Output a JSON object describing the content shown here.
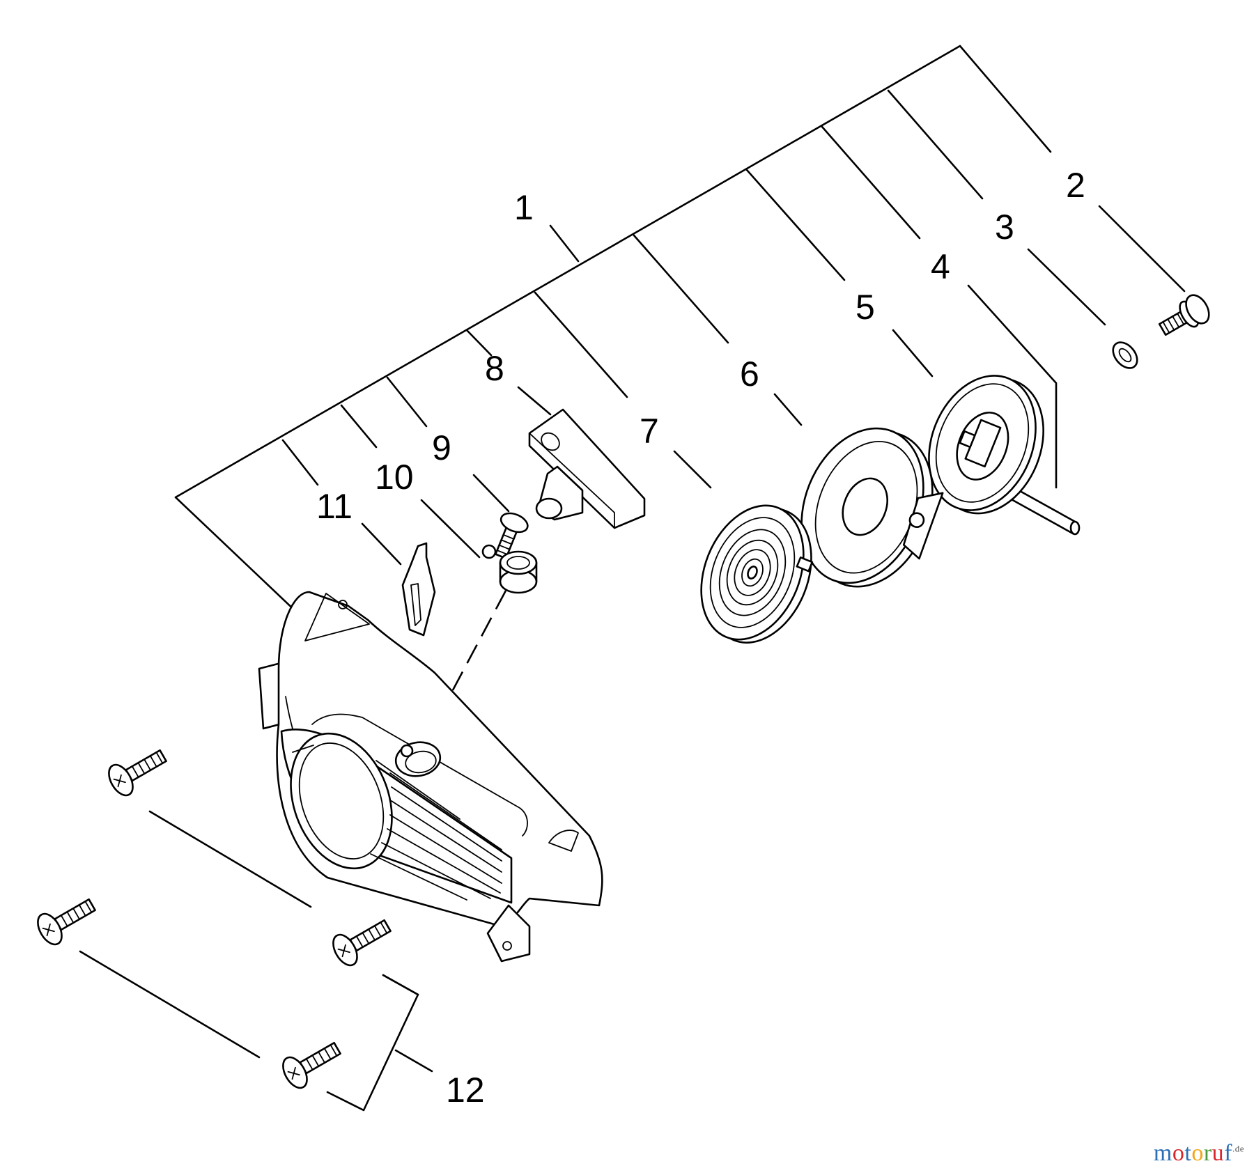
{
  "diagram": {
    "callouts": [
      {
        "id": "1",
        "label": "1"
      },
      {
        "id": "2",
        "label": "2"
      },
      {
        "id": "3",
        "label": "3"
      },
      {
        "id": "4",
        "label": "4"
      },
      {
        "id": "5",
        "label": "5"
      },
      {
        "id": "6",
        "label": "6"
      },
      {
        "id": "7",
        "label": "7"
      },
      {
        "id": "8",
        "label": "8"
      },
      {
        "id": "9",
        "label": "9"
      },
      {
        "id": "10",
        "label": "10"
      },
      {
        "id": "11",
        "label": "11"
      },
      {
        "id": "12",
        "label": "12"
      }
    ]
  },
  "watermark": {
    "letters": [
      "m",
      "o",
      "t",
      "o",
      "r",
      "u",
      "f"
    ],
    "colors": [
      "#2a6fb5",
      "#d9262c",
      "#2a6fb5",
      "#f2a51a",
      "#4a9a3c",
      "#d9262c",
      "#2a6fb5"
    ],
    "suffix": ".de"
  }
}
